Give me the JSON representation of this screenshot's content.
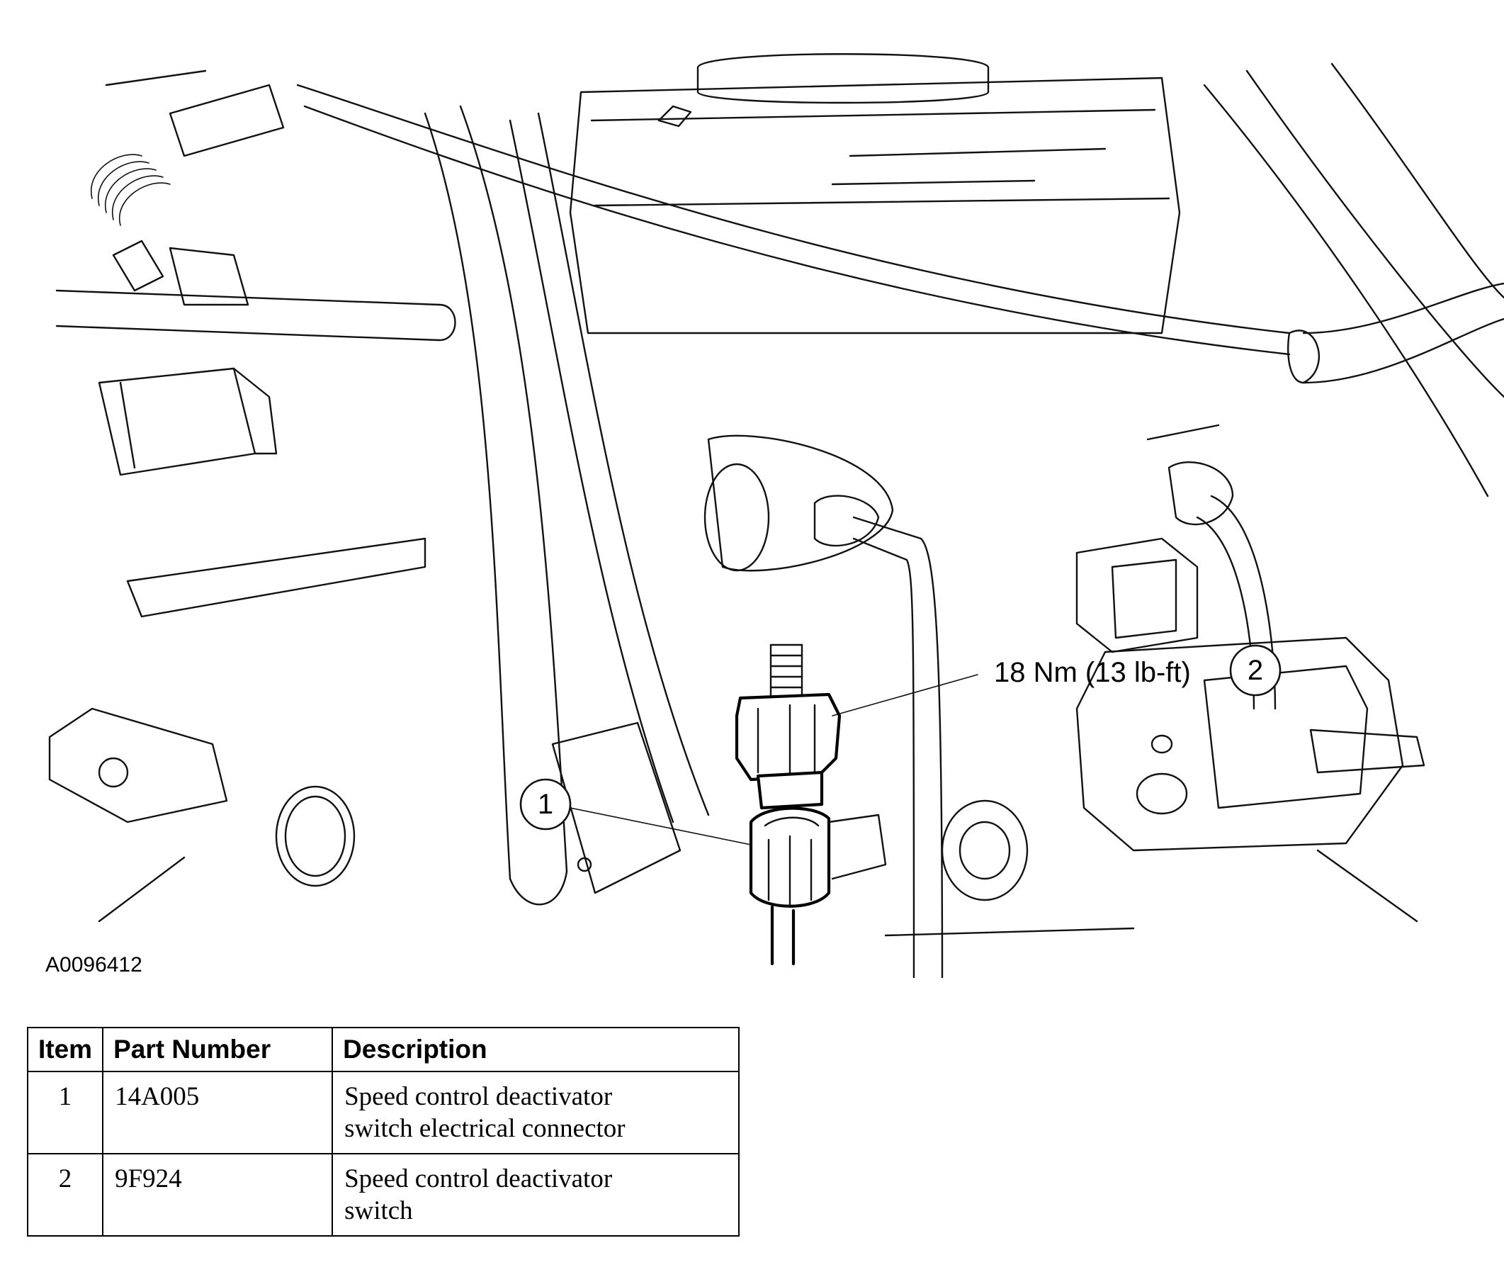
{
  "figure": {
    "id": "A0096412",
    "torque_spec": "18 Nm (13 lb-ft)",
    "callouts": [
      "1",
      "2"
    ]
  },
  "table": {
    "headers": [
      "Item",
      "Part Number",
      "Description"
    ],
    "rows": [
      {
        "item": "1",
        "part_number": "14A005",
        "description": [
          "Speed control deactivator",
          "switch electrical connector"
        ]
      },
      {
        "item": "2",
        "part_number": "9F924",
        "description": [
          "Speed control deactivator",
          "switch"
        ]
      }
    ]
  }
}
